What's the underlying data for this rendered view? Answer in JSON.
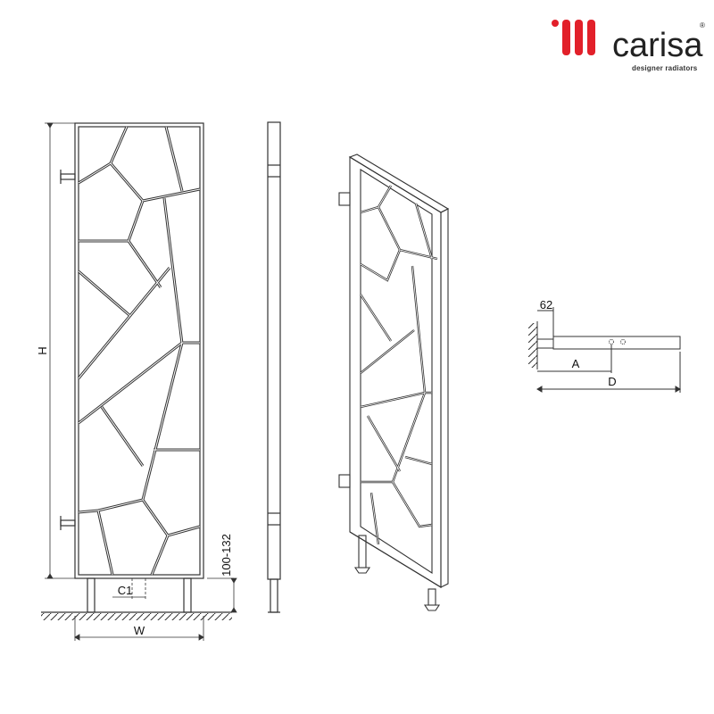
{
  "brand": {
    "name": "carisa",
    "registered": "®",
    "tagline": "designer radiators",
    "accent_color": "#e2202a"
  },
  "drawing": {
    "views": [
      "front-view",
      "side-view",
      "isometric-view",
      "bracket-detail"
    ],
    "dimensions": {
      "height": "H",
      "width": "W",
      "pipe_centre": "C1",
      "floor_clearance": "100-132",
      "bracket_offset": "62",
      "bracket_a": "A",
      "bracket_depth": "D"
    },
    "line_color": "#333333"
  }
}
